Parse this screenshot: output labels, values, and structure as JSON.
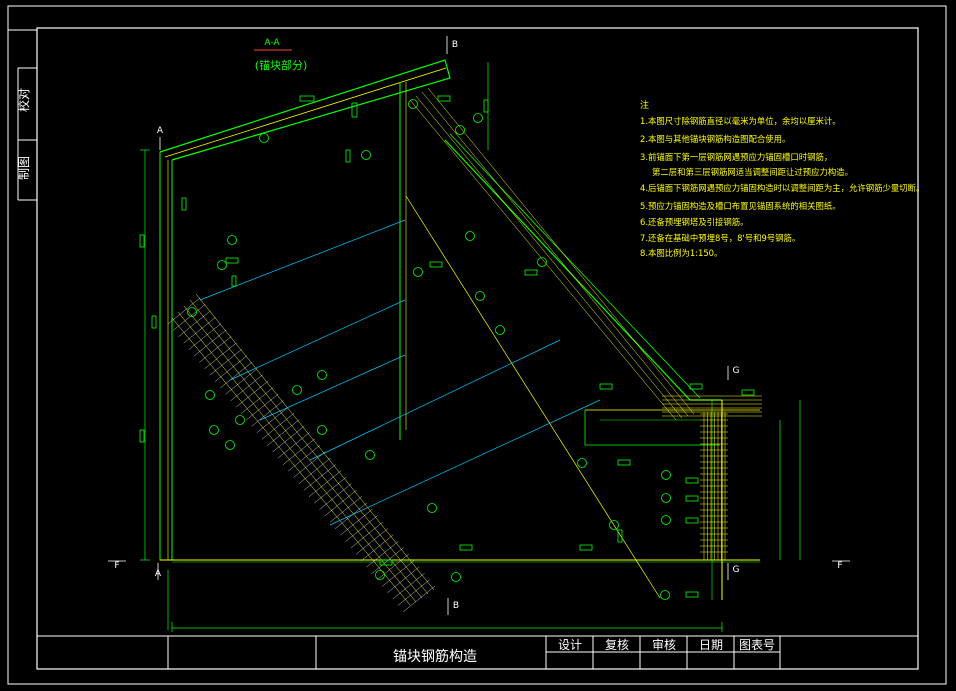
{
  "drawing": {
    "section_title": "A-A",
    "section_subtitle": "(锚块部分)",
    "sheet_title": "锚块钢筋构造",
    "side_labels": [
      "校对",
      "制图"
    ],
    "title_block": [
      "设计",
      "复核",
      "审核",
      "日期",
      "图表号"
    ],
    "section_markers": {
      "A": "A",
      "B": "B",
      "F": "F",
      "G": "G"
    },
    "notes_heading": "注",
    "notes": [
      "1.本图尺寸除钢筋直径以毫米为单位，余均以厘米计。",
      "2.本图与其他锚块钢筋构造图配合使用。",
      "3.前锚面下第一层钢筋网遇预应力锚固槽口时钢筋，",
      "第二层和第三层钢筋网适当调整间距让过预应力构造。",
      "4.后锚面下钢筋网遇预应力锚固构造时以调整间距为主，允许钢筋少量切断。",
      "5.预应力锚固构造及槽口布置见锚固系统的相关图纸。",
      "6.还备预埋钢塔及引接钢筋。",
      "7.还备在基础中预埋8号，8'号和9号钢筋。",
      "8.本图比例为1:150。"
    ]
  },
  "colors": {
    "background": "#000000",
    "frame": "#ffffff",
    "green": "#00ff00",
    "yellow": "#ffff00",
    "cyan": "#00c8ff",
    "white": "#ffffff"
  }
}
